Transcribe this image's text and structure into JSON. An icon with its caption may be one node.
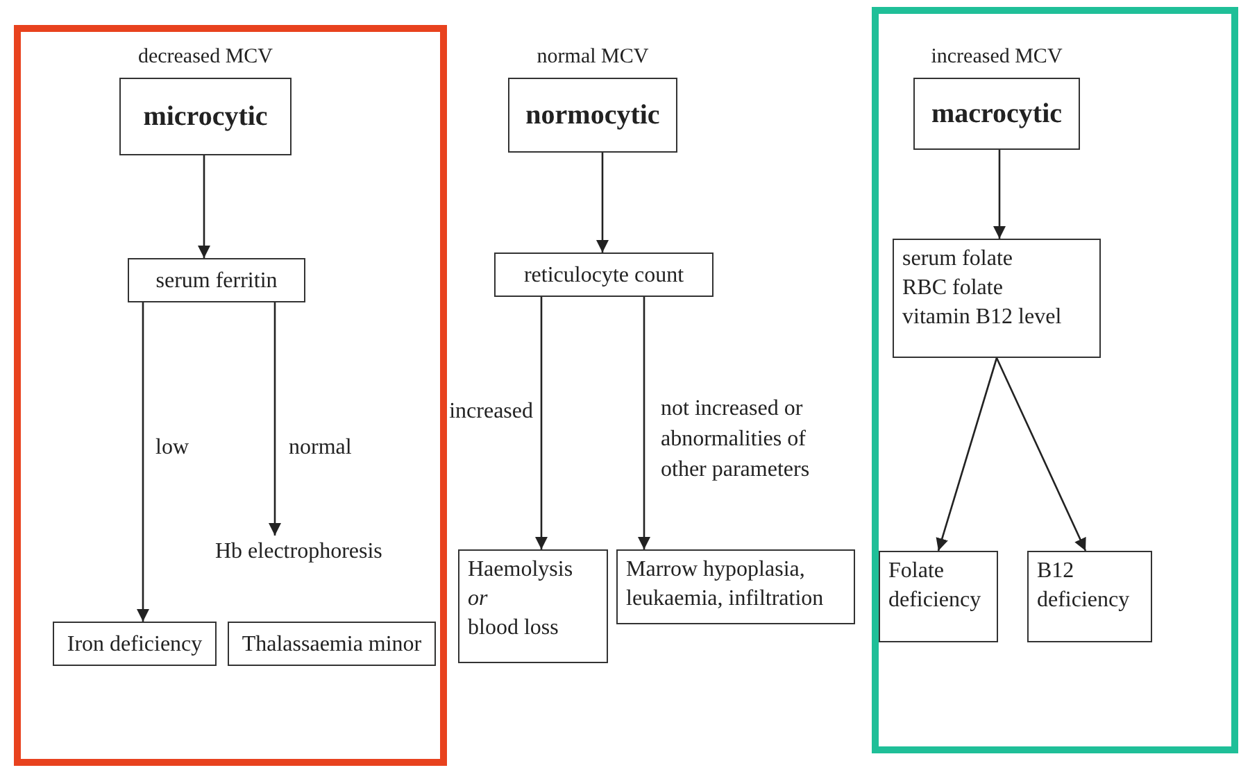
{
  "diagram": {
    "nodes": [
      {
        "text": [],
        "shape": "box"
      },
      {
        "text": [
          "decreased MCV",
          "microcytic"
        ],
        "in": 0
      },
      {
        "text": [
          "serum ferritin"
        ],
        "in": 0
      },
      {
        "text": [
          "Hb electrophoresis"
        ],
        "in": 0
      },
      {
        "text": [
          "Iron deficiency"
        ],
        "in": 0
      },
      {
        "text": [
          "Thalassaemia minor"
        ],
        "in": 0
      },
      {
        "text": [
          "normal MCV",
          "normocytic"
        ]
      },
      {
        "text": [
          "reticulocyte count"
        ]
      },
      {
        "text": [
          "Haemolysis *or* blood loss"
        ]
      },
      {
        "text": [
          "Marrow hypoplasia, leukaemia, infiltration"
        ]
      },
      {
        "text": [],
        "shape": "box"
      },
      {
        "text": [
          "increased MCV",
          "macrocytic"
        ],
        "in": 10
      },
      {
        "text": [
          "serum folate",
          "RBC folate",
          "vitamin B12 level"
        ],
        "in": 10
      },
      {
        "text": [
          "Folate deficiency"
        ],
        "in": 10
      },
      {
        "text": [
          "B12 deficiency"
        ],
        "in": 10
      }
    ],
    "edges": [
      {
        "from": 1,
        "to": 2,
        "arrow": "to"
      },
      {
        "from": 2,
        "to": 4,
        "arrow": "to",
        "label": "low"
      },
      {
        "from": 2,
        "to": 3,
        "arrow": "to",
        "label": "normal"
      },
      {
        "from": 6,
        "to": 7,
        "arrow": "to"
      },
      {
        "from": 7,
        "to": 8,
        "arrow": "to",
        "label": "increased"
      },
      {
        "from": 7,
        "to": 9,
        "arrow": "to",
        "label": "not increased or abnormalities of other parameters"
      },
      {
        "from": 11,
        "to": 12,
        "arrow": "to"
      },
      {
        "from": 12,
        "to": 13,
        "arrow": "to"
      },
      {
        "from": 12,
        "to": 14,
        "arrow": "to"
      }
    ]
  }
}
